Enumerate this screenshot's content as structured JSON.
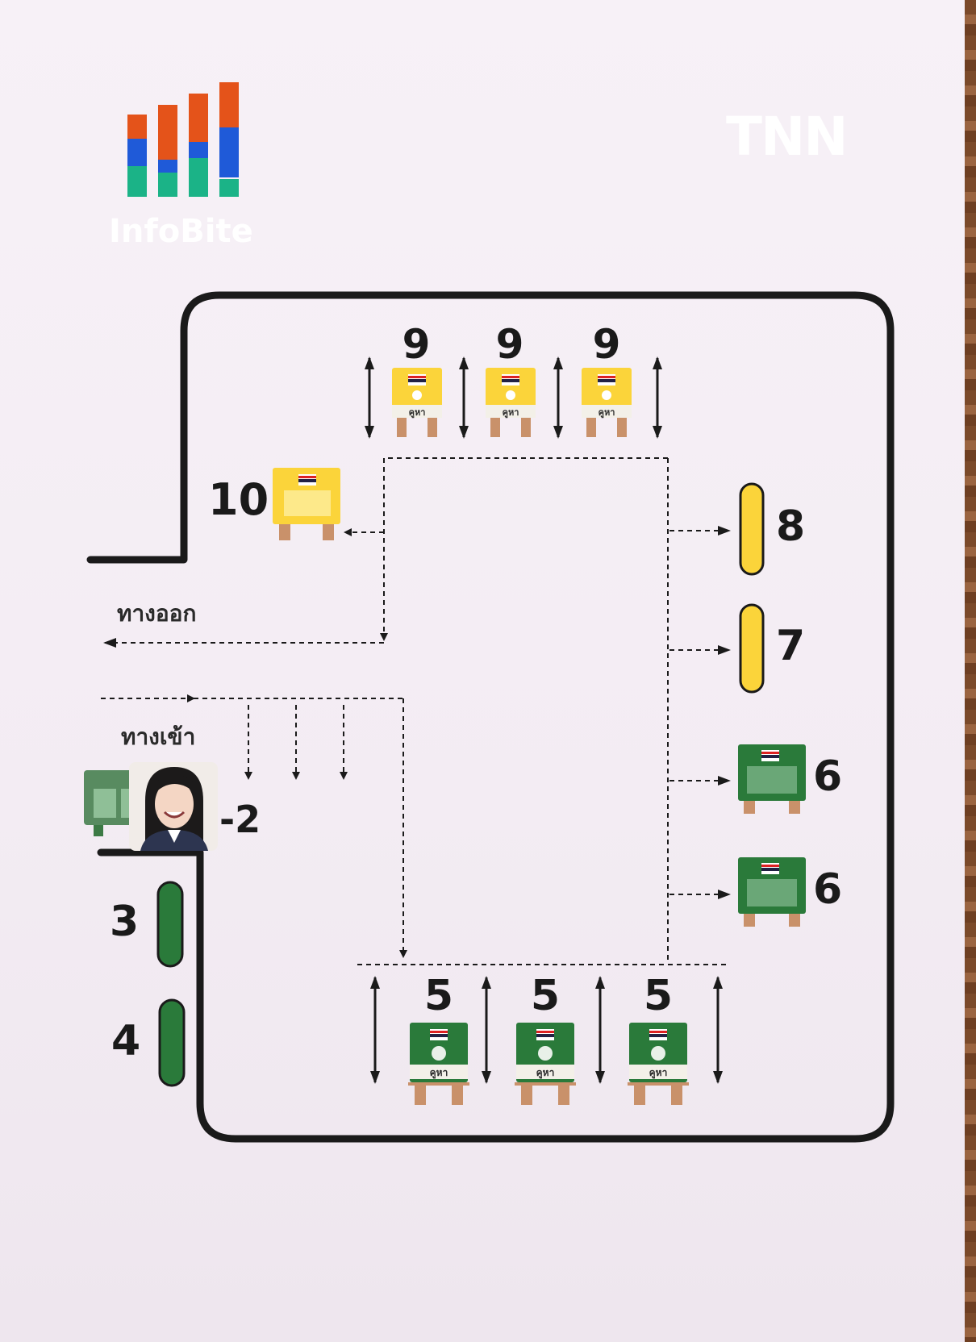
{
  "logo": {
    "text": "InfoBite",
    "bars": {
      "orange": "#e4531a",
      "blue": "#1f5ad8",
      "green": "#1bb387"
    }
  },
  "brand": {
    "text": "TNN"
  },
  "labels": {
    "exit": "ทางออก",
    "entrance": "ทางเข้า",
    "booth_label": "คูหา",
    "station_2": "-2",
    "station_3": "3",
    "station_4": "4",
    "station_5": "5",
    "station_6": "6",
    "station_7": "7",
    "station_8": "8",
    "station_9": "9",
    "station_10": "10"
  },
  "colors": {
    "yellow": "#fbd43a",
    "green": "#2a7a3a",
    "outline": "#1a1a1a",
    "legs": "#c9916a"
  }
}
